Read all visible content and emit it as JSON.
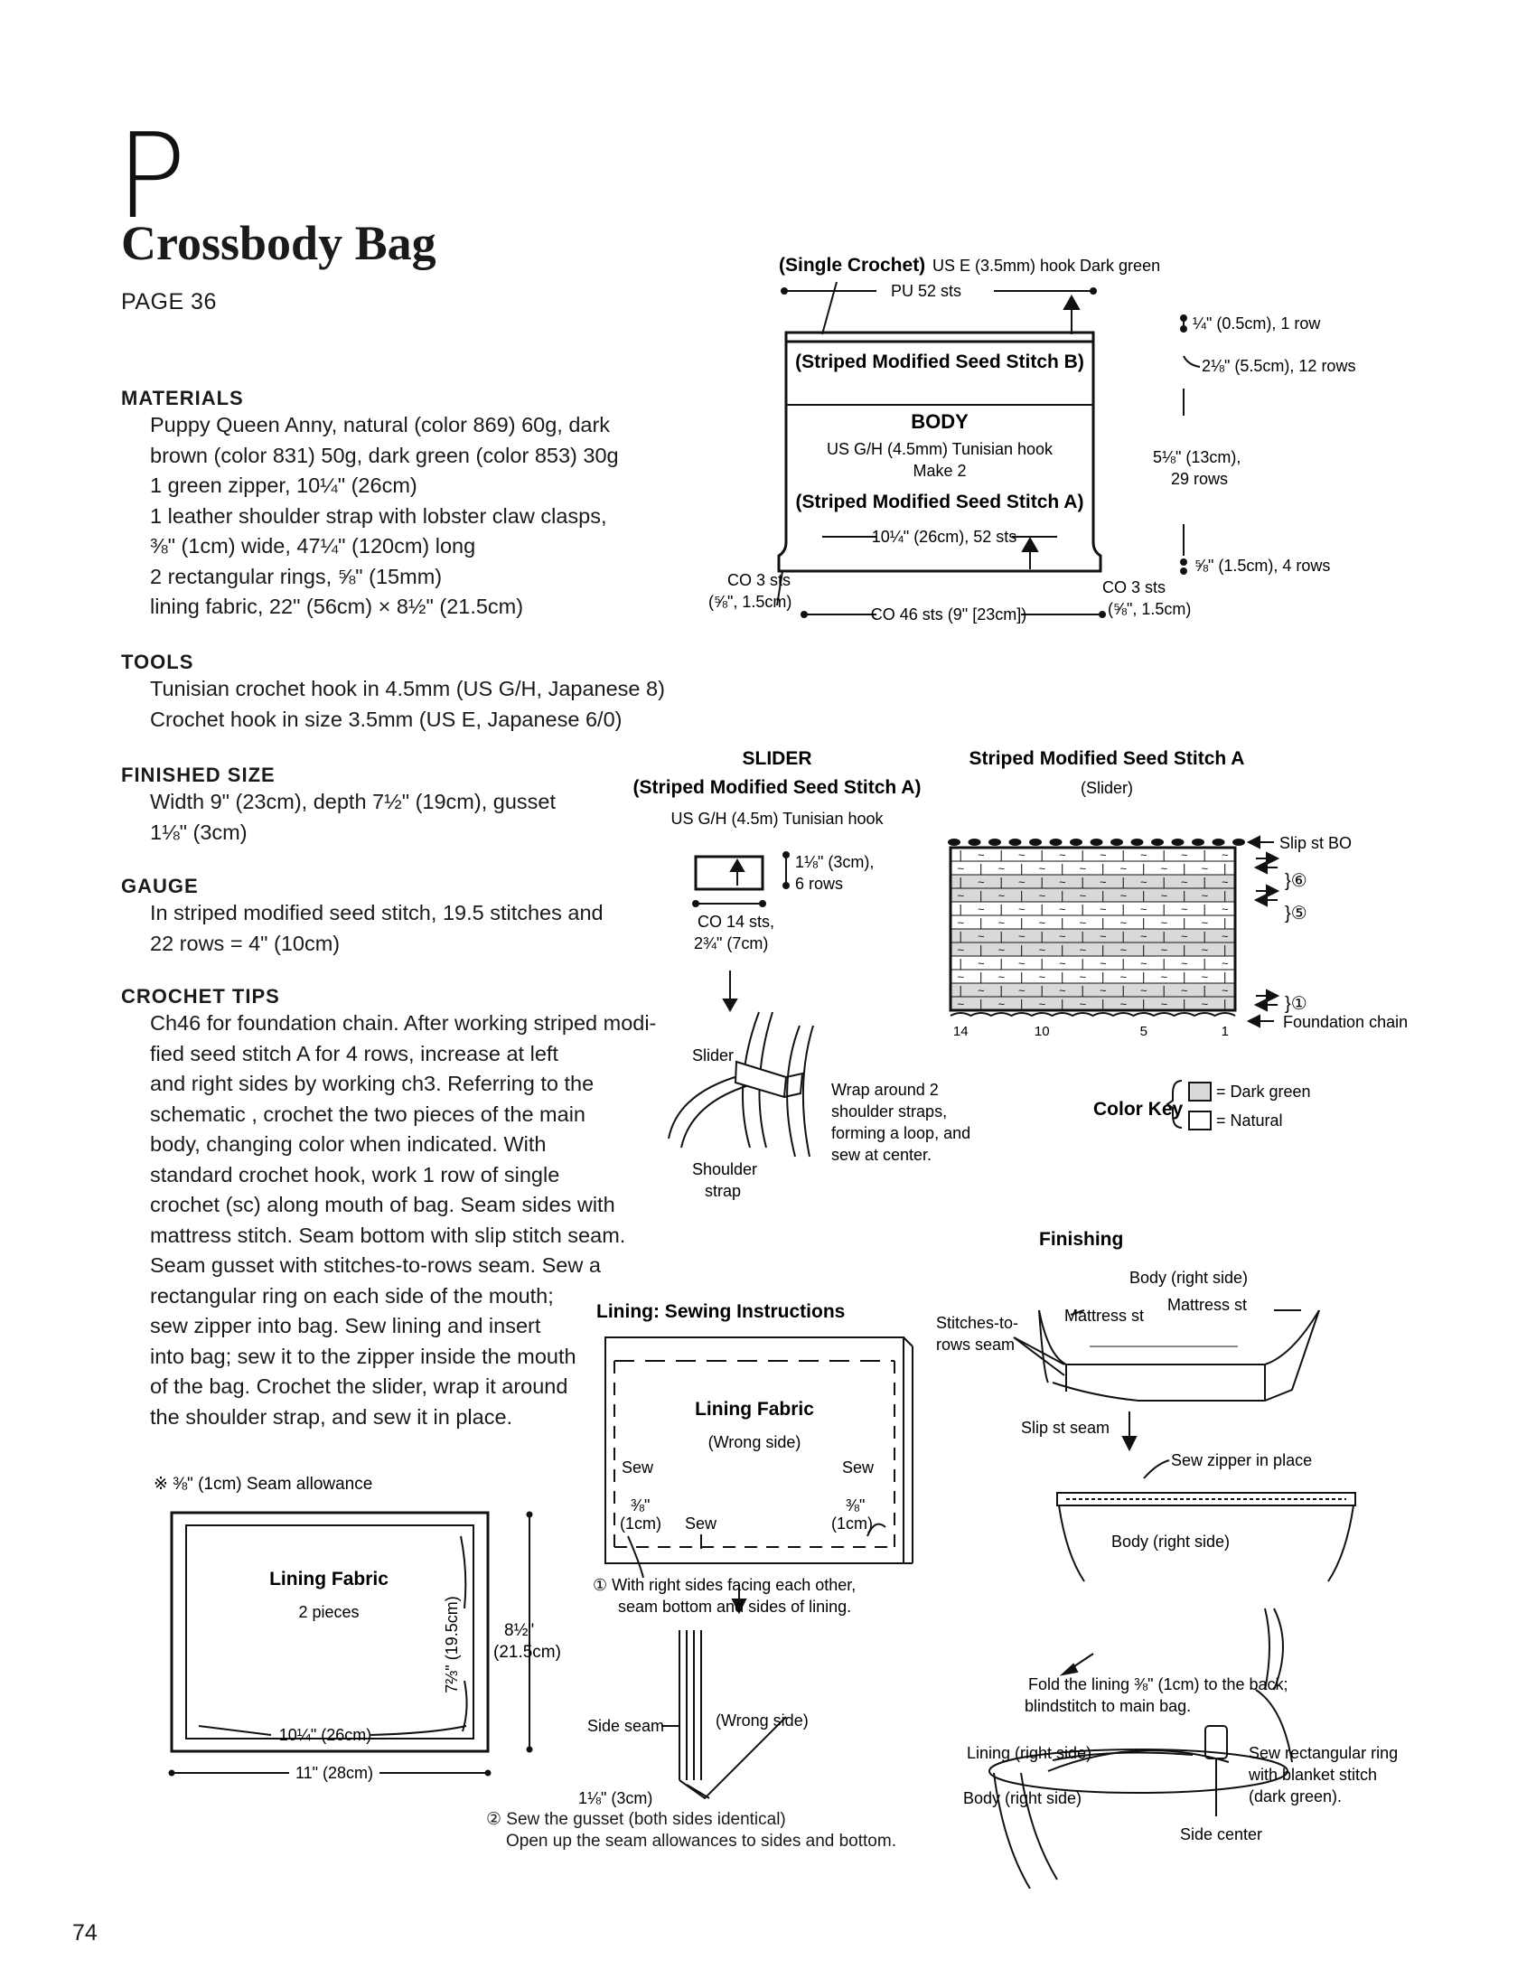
{
  "header": {
    "section_letter": "P",
    "title": "Crossbody Bag",
    "page_ref": "PAGE 36"
  },
  "materials": {
    "heading": "MATERIALS",
    "lines": [
      "Puppy Queen Anny, natural (color 869) 60g, dark",
      "brown (color 831) 50g, dark green (color 853) 30g",
      "1 green zipper, 10¼\" (26cm)",
      "1 leather shoulder strap with lobster claw clasps,",
      "⅜\" (1cm) wide, 47¼\" (120cm) long",
      "2 rectangular rings, ⅝\" (15mm)",
      "lining fabric, 22\" (56cm) × 8½\" (21.5cm)"
    ]
  },
  "tools": {
    "heading": "TOOLS",
    "lines": [
      "Tunisian crochet hook in 4.5mm (US G/H, Japanese 8)",
      "Crochet hook in size 3.5mm (US E, Japanese 6/0)"
    ]
  },
  "finished_size": {
    "heading": "FINISHED SIZE",
    "lines": [
      "Width 9\" (23cm), depth 7½\" (19cm), gusset",
      "1⅛\" (3cm)"
    ]
  },
  "gauge": {
    "heading": "GAUGE",
    "lines": [
      "In striped modified seed stitch, 19.5 stitches and",
      "22 rows = 4\" (10cm)"
    ]
  },
  "tips": {
    "heading": "CROCHET TIPS",
    "lines": [
      "Ch46 for foundation chain. After working striped modi-",
      "fied seed stitch A for 4 rows, increase at left",
      "and right sides by working ch3. Referring to the",
      "schematic , crochet the two pieces of the main",
      "body, changing color when indicated. With",
      "standard crochet hook, work 1 row of single",
      "crochet (sc) along mouth of bag. Seam sides with",
      "mattress stitch. Seam bottom with slip stitch seam.",
      "Seam gusset with stitches-to-rows seam. Sew a",
      "rectangular ring on each side of the mouth;",
      "sew zipper into bag. Sew lining and insert",
      "into bag; sew it to the zipper inside the mouth",
      "of the bag. Crochet the slider, wrap it around",
      "the shoulder strap, and sew it in place."
    ]
  },
  "body_diagram": {
    "sc_label": "(Single Crochet)",
    "sc_hook": "US E (3.5mm) hook  Dark green",
    "pu": "PU 52 sts",
    "stripe_b": "(Striped Modified Seed Stitch B)",
    "body": "BODY",
    "hook": "US G/H (4.5mm) Tunisian hook",
    "make": "Make 2",
    "stripe_a": "(Striped Modified Seed Stitch A)",
    "width": "10¼\" (26cm), 52 sts",
    "co_left_1": "CO 3 sts",
    "co_left_2": "(⅝\", 1.5cm)",
    "co_bottom": "CO 46 sts (9\" [23cm])",
    "co_right_1": "CO 3 sts",
    "co_right_2": "(⅝\", 1.5cm)",
    "dim_1": "¼\" (0.5cm), 1 row",
    "dim_2": "2⅛\" (5.5cm), 12 rows",
    "dim_3a": "5⅛\" (13cm),",
    "dim_3b": "29 rows",
    "dim_4": "⅝\" (1.5cm), 4 rows"
  },
  "slider": {
    "title": "SLIDER",
    "subtitle": "(Striped Modified Seed Stitch A)",
    "hook": "US G/H (4.5m) Tunisian hook",
    "dim_1": "1⅛\" (3cm),",
    "dim_2": "6 rows",
    "co_1": "CO 14 sts,",
    "co_2": "2¾\" (7cm)",
    "slider_label": "Slider",
    "strap_1": "Shoulder",
    "strap_2": "strap",
    "wrap_1": "Wrap around 2",
    "wrap_2": "shoulder straps,",
    "wrap_3": "forming a loop, and",
    "wrap_4": "sew at center."
  },
  "chart": {
    "title": "Striped Modified Seed Stitch A",
    "subtitle": "(Slider)",
    "slip_bo": "Slip st BO",
    "row_6": "⑥",
    "row_5": "⑤",
    "row_1": "①",
    "foundation": "Foundation chain",
    "x_ticks": [
      "14",
      "10",
      "5",
      "1"
    ],
    "color_key": "Color Key",
    "key_dark": "= Dark green",
    "key_natural": "= Natural",
    "dark_color": "#d9d9d9"
  },
  "finishing": {
    "title": "Finishing",
    "body_right": "Body (right side)",
    "mattress_1": "Mattress st",
    "mattress_2": "Mattress st",
    "stitches_rows_1": "Stitches-to-",
    "stitches_rows_2": "rows seam",
    "slip_seam": "Slip st seam",
    "sew_zipper": "Sew zipper in place",
    "body_right_2": "Body (right side)",
    "fold_1": "Fold the lining ⅜\" (1cm) to the back;",
    "fold_2": "blindstitch to main bag.",
    "lining_right": "Lining (right side)",
    "body_right_3": "Body (right side)",
    "ring_1": "Sew rectangular ring",
    "ring_2": "with blanket stitch",
    "ring_3": "(dark green).",
    "side_center": "Side center"
  },
  "lining_sew": {
    "title": "Lining: Sewing Instructions",
    "fabric": "Lining Fabric",
    "wrong_side": "(Wrong side)",
    "sew_l": "Sew",
    "sew_r": "Sew",
    "sew_b": "Sew",
    "allow_l1": "⅜\"",
    "allow_l2": "(1cm)",
    "allow_r1": "⅜\"",
    "allow_r2": "(1cm)",
    "step1_a": "① With right sides facing each other,",
    "step1_b": "seam bottom and sides of lining.",
    "side_seam": "Side seam",
    "wrong_side_2": "(Wrong side)",
    "gusset": "1⅛\" (3cm)",
    "step2_a": "② Sew the gusset (both sides identical)",
    "step2_b": "Open up the seam allowances to sides and bottom."
  },
  "lining_fabric": {
    "note": "※ ⅜\" (1cm) Seam allowance",
    "title": "Lining Fabric",
    "pieces": "2 pieces",
    "inner_w": "10¼\" (26cm)",
    "inner_h": "7⅔\" (19.5cm)",
    "outer_h1": "8½\"",
    "outer_h2": "(21.5cm)",
    "outer_w": "11\" (28cm)"
  },
  "page_number": "74"
}
